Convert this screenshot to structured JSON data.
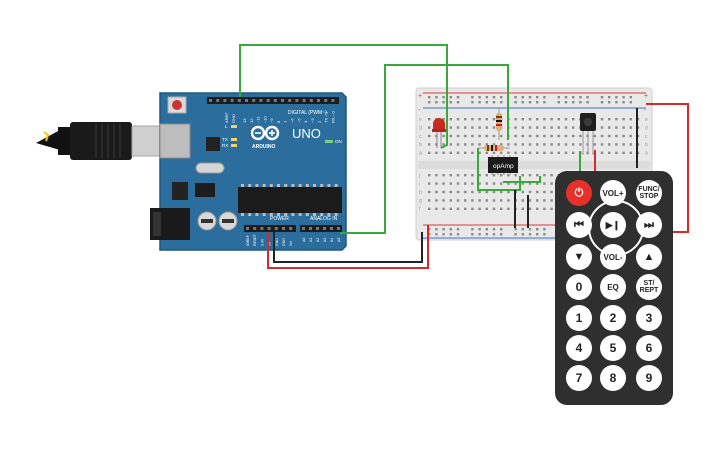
{
  "arduino": {
    "model_label": "UNO",
    "brand_label": "ARDUINO",
    "digital_header_label": "DIGITAL (PWM~)",
    "power_header_label": "POWER",
    "analog_header_label": "ANALOG IN",
    "on_label": "ON",
    "tx_label": "TX",
    "rx_label": "RX",
    "l_label": "L",
    "aref_label": "AREF",
    "gnd_label": "GND",
    "digital_pins": [
      "13",
      "12",
      "~11",
      "~10",
      "~9",
      "8",
      "7",
      "~6",
      "~5",
      "4",
      "~3",
      "2",
      "TX→1",
      "RX←0"
    ],
    "power_pins": [
      "IOREF",
      "RESET",
      "3.3V",
      "5V",
      "GND",
      "GND",
      "Vin"
    ],
    "analog_pins": [
      "A0",
      "A1",
      "A2",
      "A3",
      "A4",
      "A5"
    ],
    "colors": {
      "board": "#2b6e9e",
      "board_dark": "#1f577f"
    }
  },
  "breadboard": {
    "chip_label": "opAmp",
    "row_letters_top": [
      "a",
      "b",
      "c",
      "d",
      "e"
    ],
    "row_letters_bottom": [
      "f",
      "g",
      "h",
      "i",
      "j"
    ],
    "rail_plus": "+",
    "rail_minus": "-",
    "colors": {
      "body": "#e9e9e9",
      "red_rail": "#d83a3a",
      "blue_rail": "#3a6fd8"
    }
  },
  "remote": {
    "buttons": [
      {
        "name": "power-button",
        "label": "",
        "icon": "power-icon"
      },
      {
        "name": "vol-up-button",
        "label": "VOL+"
      },
      {
        "name": "func-stop-button",
        "label": "FUNC/\nSTOP"
      },
      {
        "name": "rewind-button",
        "label": "",
        "icon": "rewind-icon"
      },
      {
        "name": "play-pause-button",
        "label": "",
        "icon": "play-pause-icon"
      },
      {
        "name": "fast-forward-button",
        "label": "",
        "icon": "fast-forward-icon"
      },
      {
        "name": "down-button",
        "label": "",
        "icon": "triangle-down-icon"
      },
      {
        "name": "vol-down-button",
        "label": "VOL-"
      },
      {
        "name": "up-button",
        "label": "",
        "icon": "triangle-up-icon"
      },
      {
        "name": "digit-0-button",
        "label": "0"
      },
      {
        "name": "eq-button",
        "label": "EQ"
      },
      {
        "name": "st-rept-button",
        "label": "ST/\nREPT"
      },
      {
        "name": "digit-1-button",
        "label": "1"
      },
      {
        "name": "digit-2-button",
        "label": "2"
      },
      {
        "name": "digit-3-button",
        "label": "3"
      },
      {
        "name": "digit-4-button",
        "label": "4"
      },
      {
        "name": "digit-5-button",
        "label": "5"
      },
      {
        "name": "digit-6-button",
        "label": "6"
      },
      {
        "name": "digit-7-button",
        "label": "7"
      },
      {
        "name": "digit-8-button",
        "label": "8"
      },
      {
        "name": "digit-9-button",
        "label": "9"
      }
    ],
    "colors": {
      "body": "#2f2f2f",
      "button": "#ffffff",
      "power": "#e8302a"
    }
  },
  "wires": {
    "colors": {
      "green": "#3aa83a",
      "red": "#d82a2a",
      "black": "#222222"
    }
  }
}
